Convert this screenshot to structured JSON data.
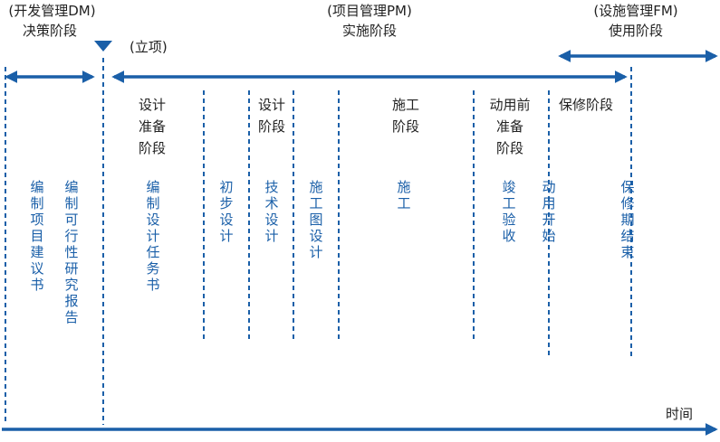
{
  "phases": {
    "dm": {
      "title": "(开发管理DM)",
      "stage": "决策阶段"
    },
    "pm": {
      "title": "(项目管理PM)",
      "stage": "实施阶段"
    },
    "fm": {
      "title": "(设施管理FM)",
      "stage": "使用阶段"
    },
    "project_approval": "(立项)"
  },
  "sub_stages": {
    "design_prep": [
      "设计",
      "准备",
      "阶段"
    ],
    "design": [
      "设计",
      "阶段"
    ],
    "construction": [
      "施工",
      "阶段"
    ],
    "pre_use": [
      "动用前",
      "准备",
      "阶段"
    ],
    "warranty": "保修阶段"
  },
  "tasks": {
    "proposal": "编制项目建议书",
    "feasibility": "编制可行性研究报告",
    "design_brief": "编制设计任务书",
    "preliminary_design": "初步设计",
    "technical_design": "技术设计",
    "construction_drawing": "施工图设计",
    "construction": "施工",
    "acceptance": "竣工验收",
    "commissioning": "动用开始",
    "warranty_end": "保修期结束"
  },
  "axis_label": "时间",
  "colors": {
    "accent": "#1a5fa8",
    "text": "#222222"
  }
}
